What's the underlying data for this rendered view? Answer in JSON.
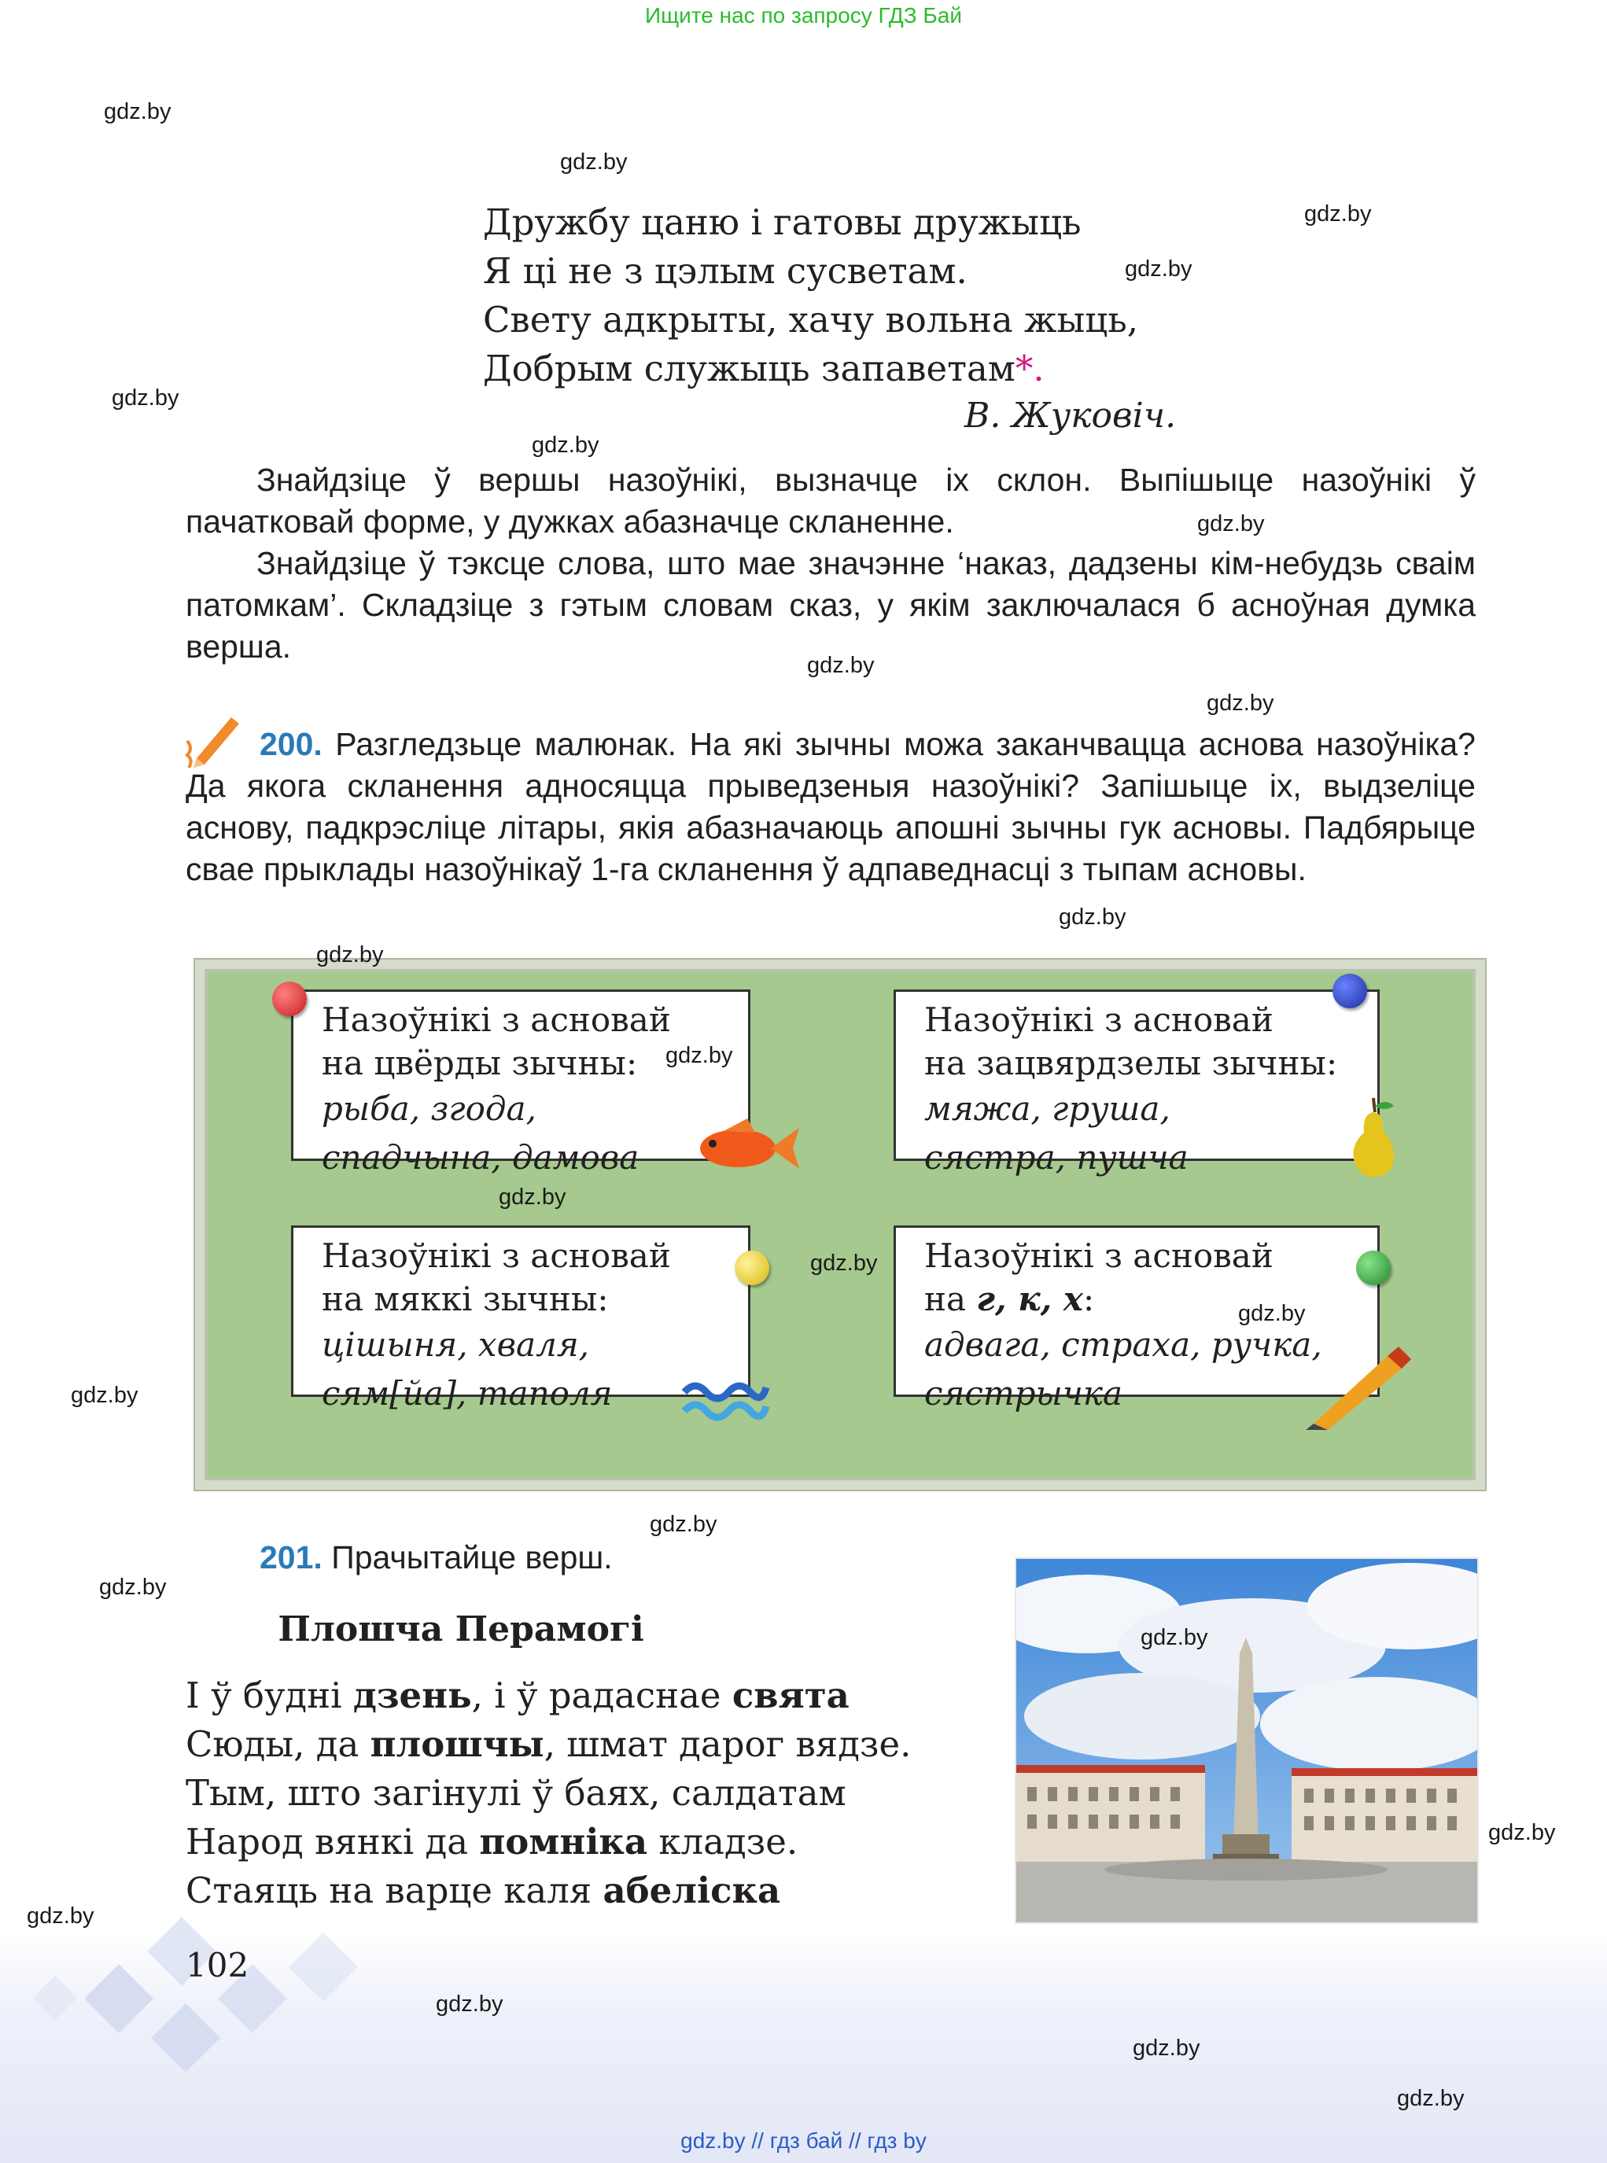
{
  "banner_top": "Ищите нас по запросу ГДЗ Бай",
  "banner_bottom": "gdz.by  //  гдз бай  //  гдз by",
  "watermark": "gdz.by",
  "poem1": {
    "lines": [
      "Дружбу цаню і гатовы дружыць",
      "Я ці не з цэлым сусветам.",
      "Свету адкрыты, хачу вольна жыць,",
      "Добрым служыць запаветам"
    ],
    "star": "*.",
    "author": "В. Жуковіч."
  },
  "task1": {
    "p1": "Знайдзіце ў вершы назоўнікі, вызначце іх склон. Выпішыце назоўнікі ў пачатковай форме, у дужках абазначце скланенне.",
    "p2": "Знайдзіце ў тэксце слова, што мае значэнне ‘наказ, дадзены кім-небудзь сваім патомкам’. Складзіце з гэтым словам сказ, у якім заключалася б асноўная думка верша."
  },
  "ex200": {
    "number": "200.",
    "text": "Разгледзьце малюнак. На які зычны можа заканчвацца аснова назоўніка? Да якога скланення адносяцца прыведзеныя назоўнікі? Запішыце іх, выдзеліце аснову, падкрэсліце літары, якія абазначаюць апошні зычны гук асновы. Падбярыце свае прыклады назоўнікаў 1-га скланення ў адпаведнасці з тыпам асновы."
  },
  "cards": [
    {
      "line1": "Назоўнікі з асновай",
      "line2": "на цвёрды зычны:",
      "ex1": [
        "рыба",
        "згода"
      ],
      "ex2": [
        "спадчына",
        "дамова"
      ],
      "pin_color": "#d42a2a",
      "icon": "fish-icon"
    },
    {
      "line1": "Назоўнікі з асновай",
      "line2": "на зацвярдзелы зычны:",
      "ex1": [
        "мяжа",
        "груша"
      ],
      "ex2": [
        "сястра",
        "пушча"
      ],
      "pin_color": "#1f3fb3",
      "icon": "pear-icon"
    },
    {
      "line1": "Назоўнікі з асновай",
      "line2": "на мяккі зычны:",
      "ex1": [
        "цішыня",
        "хваля"
      ],
      "ex2": [
        "сям[йа]",
        "таполя"
      ],
      "pin_color": "#e8cf1a",
      "icon": "waves-icon"
    },
    {
      "line1": "Назоўнікі з асновай",
      "line2_pre": "на ",
      "line2_letters": "г, к, х",
      "line2_post": ":",
      "ex1": [
        "адвага",
        "страха",
        "ручка"
      ],
      "ex2": [
        "сястрычка"
      ],
      "pin_color": "#2ea535",
      "icon": "pen-icon"
    }
  ],
  "ex201": {
    "number": "201.",
    "text": "Прачытайце верш.",
    "title": "Плошча Перамогі",
    "lines": [
      [
        {
          "t": "І ў будні "
        },
        {
          "t": "дзень",
          "b": true
        },
        {
          "t": ", і ў радаснае "
        },
        {
          "t": "свята",
          "b": true
        }
      ],
      [
        {
          "t": "Сюды, да "
        },
        {
          "t": "плошчы",
          "b": true
        },
        {
          "t": ", шмат дарог вядзе."
        }
      ],
      [
        {
          "t": "Тым, што загінулі ў баях, салдатам"
        }
      ],
      [
        {
          "t": "Народ вянкі да "
        },
        {
          "t": "помніка",
          "b": true
        },
        {
          "t": " кладзе."
        }
      ],
      [
        {
          "t": "Стаяць на варце каля "
        },
        {
          "t": "абеліска",
          "b": true
        }
      ]
    ]
  },
  "page_number": "102"
}
